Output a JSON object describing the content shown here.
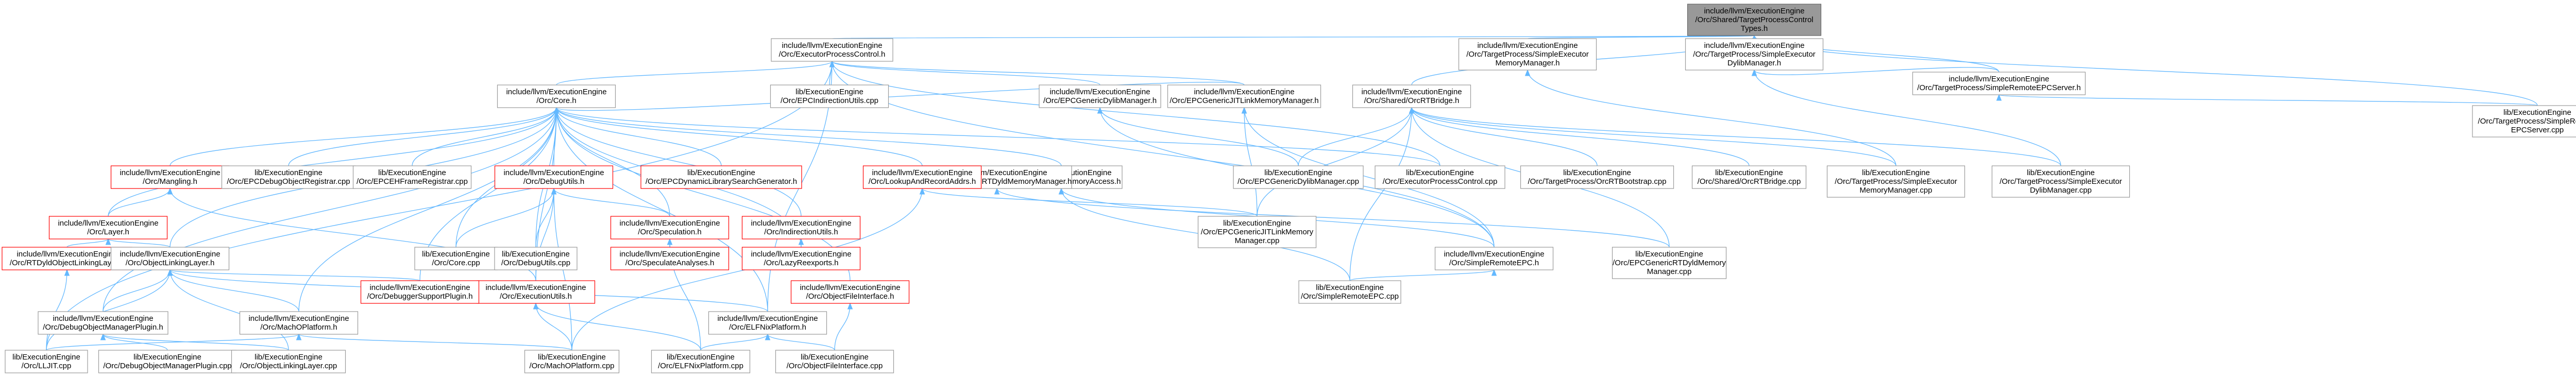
{
  "nodes": [
    {
      "id": "root",
      "lines": [
        "include/llvm/ExecutionEngine",
        "/Orc/Shared/TargetProcessControl",
        "Types.h"
      ],
      "style": "root"
    },
    {
      "id": "epc_h",
      "lines": [
        "include/llvm/ExecutionEngine",
        "/Orc/ExecutorProcessControl.h"
      ],
      "style": "normal"
    },
    {
      "id": "tp_sem_h",
      "lines": [
        "include/llvm/ExecutionEngine",
        "/Orc/TargetProcess/SimpleExecutor",
        "MemoryManager.h"
      ],
      "style": "normal"
    },
    {
      "id": "tp_sedm_h",
      "lines": [
        "include/llvm/ExecutionEngine",
        "/Orc/TargetProcess/SimpleExecutor",
        "DylibManager.h"
      ],
      "style": "normal"
    },
    {
      "id": "orcrt_h",
      "lines": [
        "include/llvm/ExecutionEngine",
        "/Orc/Shared/OrcRTBridge.h"
      ],
      "style": "normal"
    },
    {
      "id": "tp_srepc_h",
      "lines": [
        "include/llvm/ExecutionEngine",
        "/Orc/TargetProcess/SimpleRemoteEPCServer.h"
      ],
      "style": "normal"
    },
    {
      "id": "tp_srepcs_cpp",
      "lines": [
        "lib/ExecutionEngine",
        "/Orc/TargetProcess/SimpleRemote",
        "EPCServer.cpp"
      ],
      "style": "normal"
    },
    {
      "id": "core_h",
      "lines": [
        "include/llvm/ExecutionEngine",
        "/Orc/Core.h"
      ],
      "style": "normal"
    },
    {
      "id": "epcindir_cpp",
      "lines": [
        "lib/ExecutionEngine",
        "/Orc/EPCIndirectionUtils.cpp"
      ],
      "style": "normal"
    },
    {
      "id": "epcgendm_h",
      "lines": [
        "include/llvm/ExecutionEngine",
        "/Orc/EPCGenericDylibManager.h"
      ],
      "style": "normal"
    },
    {
      "id": "epcgenjit_h",
      "lines": [
        "include/llvm/ExecutionEngine",
        "/Orc/EPCGenericJITLinkMemoryManager.h"
      ],
      "style": "normal"
    },
    {
      "id": "epcgenma_h",
      "lines": [
        "include/llvm/ExecutionEngine",
        "/Orc/EPCGenericMemoryAccess.h"
      ],
      "style": "normal"
    },
    {
      "id": "epcgenrtdyld_h",
      "lines": [
        "include/llvm/ExecutionEngine",
        "/Orc/EPCGenericRTDyldMemoryManager.h"
      ],
      "style": "normal"
    },
    {
      "id": "orcrtbs_cpp",
      "lines": [
        "lib/ExecutionEngine",
        "/Orc/TargetProcess/OrcRTBootstrap.cpp"
      ],
      "style": "normal"
    },
    {
      "id": "orcrtb_cpp",
      "lines": [
        "lib/ExecutionEngine",
        "/Orc/Shared/OrcRTBridge.cpp"
      ],
      "style": "normal"
    },
    {
      "id": "sem_cpp",
      "lines": [
        "lib/ExecutionEngine",
        "/Orc/TargetProcess/SimpleExecutor",
        "MemoryManager.cpp"
      ],
      "style": "normal"
    },
    {
      "id": "sedm_cpp",
      "lines": [
        "lib/ExecutionEngine",
        "/Orc/TargetProcess/SimpleExecutor",
        "DylibManager.cpp"
      ],
      "style": "normal"
    },
    {
      "id": "mangling_h",
      "lines": [
        "include/llvm/ExecutionEngine",
        "/Orc/Mangling.h"
      ],
      "style": "red"
    },
    {
      "id": "epcdebug_cpp",
      "lines": [
        "lib/ExecutionEngine",
        "/Orc/EPCDebugObjectRegistrar.cpp"
      ],
      "style": "normal"
    },
    {
      "id": "epcehf_cpp",
      "lines": [
        "lib/ExecutionEngine",
        "/Orc/EPCEHFrameRegistrar.cpp"
      ],
      "style": "normal"
    },
    {
      "id": "debugutils_h",
      "lines": [
        "include/llvm/ExecutionEngine",
        "/Orc/DebugUtils.h"
      ],
      "style": "red"
    },
    {
      "id": "epcdyn_cpp",
      "lines": [
        "lib/ExecutionEngine",
        "/Orc/EPCDynamicLibrarySearchGenerator.h"
      ],
      "style": "red"
    },
    {
      "id": "lookupandrecord_h",
      "lines": [
        "include/llvm/ExecutionEngine",
        "/Orc/LookupAndRecordAddrs.h"
      ],
      "style": "red"
    },
    {
      "id": "epcgendm_cpp",
      "lines": [
        "lib/ExecutionEngine",
        "/Orc/EPCGenericDylibManager.cpp"
      ],
      "style": "normal"
    },
    {
      "id": "epcontrol_cpp",
      "lines": [
        "lib/ExecutionEngine",
        "/Orc/ExecutorProcessControl.cpp"
      ],
      "style": "normal"
    },
    {
      "id": "layer_h",
      "lines": [
        "include/llvm/ExecutionEngine",
        "/Orc/Layer.h"
      ],
      "style": "red"
    },
    {
      "id": "core_cpp",
      "lines": [
        "lib/ExecutionEngine",
        "/Orc/Core.cpp"
      ],
      "style": "normal"
    },
    {
      "id": "debugutils_cpp",
      "lines": [
        "lib/ExecutionEngine",
        "/Orc/DebugUtils.cpp"
      ],
      "style": "normal"
    },
    {
      "id": "speculation_h",
      "lines": [
        "include/llvm/ExecutionEngine",
        "/Orc/Speculation.h"
      ],
      "style": "red"
    },
    {
      "id": "indirection_h",
      "lines": [
        "include/llvm/ExecutionEngine",
        "/Orc/IndirectionUtils.h"
      ],
      "style": "red"
    },
    {
      "id": "epcgenjit_cpp",
      "lines": [
        "lib/ExecutionEngine",
        "/Orc/EPCGenericJITLinkMemory",
        "Manager.cpp"
      ],
      "style": "normal"
    },
    {
      "id": "simpleremoteepc_h",
      "lines": [
        "include/llvm/ExecutionEngine",
        "/Orc/SimpleRemoteEPC.h"
      ],
      "style": "normal"
    },
    {
      "id": "epcgenrtdyld_cpp",
      "lines": [
        "lib/ExecutionEngine",
        "/Orc/EPCGenericRTDyldMemory",
        "Manager.cpp"
      ],
      "style": "normal"
    },
    {
      "id": "rtdyldobj_h",
      "lines": [
        "include/llvm/ExecutionEngine",
        "/Orc/RTDyldObjectLinkingLayer.h"
      ],
      "style": "red"
    },
    {
      "id": "objlinking_h",
      "lines": [
        "include/llvm/ExecutionEngine",
        "/Orc/ObjectLinkingLayer.h"
      ],
      "style": "normal"
    },
    {
      "id": "specanalyses",
      "lines": [
        "include/llvm/ExecutionEngine",
        "/Orc/SpeculateAnalyses.h"
      ],
      "style": "red"
    },
    {
      "id": "lazyreexp",
      "lines": [
        "include/llvm/ExecutionEngine",
        "/Orc/LazyReexports.h"
      ],
      "style": "red"
    },
    {
      "id": "executionutils_h",
      "lines": [
        "include/llvm/ExecutionEngine",
        "/Orc/ExecutionUtils.h"
      ],
      "style": "red"
    },
    {
      "id": "objfileinterface_h",
      "lines": [
        "include/llvm/ExecutionEngine",
        "/Orc/ObjectFileInterface.h"
      ],
      "style": "red"
    },
    {
      "id": "simpleremoteepc_cpp",
      "lines": [
        "lib/ExecutionEngine",
        "/Orc/SimpleRemoteEPC.cpp"
      ],
      "style": "normal"
    },
    {
      "id": "debugobjmgr_h",
      "lines": [
        "include/llvm/ExecutionEngine",
        "/Orc/DebugObjectManagerPlugin.h"
      ],
      "style": "normal"
    },
    {
      "id": "machoplatform_h",
      "lines": [
        "include/llvm/ExecutionEngine",
        "/Orc/MachOPlatform.h"
      ],
      "style": "normal"
    },
    {
      "id": "debuggersupport_h",
      "lines": [
        "include/llvm/ExecutionEngine",
        "/Orc/DebuggerSupportPlugin.h"
      ],
      "style": "red"
    },
    {
      "id": "elfnix_h",
      "lines": [
        "include/llvm/ExecutionEngine",
        "/Orc/ELFNixPlatform.h"
      ],
      "style": "normal"
    },
    {
      "id": "orcllvm_cpp",
      "lines": [
        "lib/ExecutionEngine",
        "/Orc/LLJIT.cpp"
      ],
      "style": "normal"
    },
    {
      "id": "debugobjmgr_cpp",
      "lines": [
        "lib/ExecutionEngine",
        "/Orc/DebugObjectManagerPlugin.cpp"
      ],
      "style": "normal"
    },
    {
      "id": "objlinking_cpp",
      "lines": [
        "lib/ExecutionEngine",
        "/Orc/ObjectLinkingLayer.cpp"
      ],
      "style": "normal"
    },
    {
      "id": "machoplatform_cpp",
      "lines": [
        "lib/ExecutionEngine",
        "/Orc/MachOPlatform.cpp"
      ],
      "style": "normal"
    },
    {
      "id": "elfnix_cpp",
      "lines": [
        "lib/ExecutionEngine",
        "/Orc/ELFNixPlatform.cpp"
      ],
      "style": "normal"
    },
    {
      "id": "objfileinterface_cpp",
      "lines": [
        "lib/ExecutionEngine",
        "/Orc/ObjectFileInterface.cpp"
      ],
      "style": "normal"
    }
  ],
  "edges": [
    [
      "epc_h",
      "root"
    ],
    [
      "tp_sem_h",
      "root"
    ],
    [
      "tp_sedm_h",
      "root"
    ],
    [
      "orcrt_h",
      "root"
    ],
    [
      "tp_srepc_h",
      "root"
    ],
    [
      "tp_srepcs_cpp",
      "root"
    ],
    [
      "core_h",
      "epc_h"
    ],
    [
      "epcindir_cpp",
      "epc_h"
    ],
    [
      "epcgendm_h",
      "epc_h"
    ],
    [
      "epcgenjit_h",
      "epc_h"
    ],
    [
      "epcontrol_cpp",
      "epc_h"
    ],
    [
      "orcllvm_cpp",
      "epc_h"
    ],
    [
      "elfnix_h",
      "epc_h"
    ],
    [
      "simpleremoteepc_h",
      "epc_h"
    ],
    [
      "sem_cpp",
      "tp_sem_h"
    ],
    [
      "sedm_cpp",
      "tp_sedm_h"
    ],
    [
      "tp_srepcs_cpp",
      "tp_srepc_h"
    ],
    [
      "tp_srepc_h",
      "tp_sedm_h"
    ],
    [
      "epcgendm_cpp",
      "orcrt_h"
    ],
    [
      "orcrtbs_cpp",
      "orcrt_h"
    ],
    [
      "orcrtb_cpp",
      "orcrt_h"
    ],
    [
      "sem_cpp",
      "orcrt_h"
    ],
    [
      "sedm_cpp",
      "orcrt_h"
    ],
    [
      "epcgenrtdyld_cpp",
      "orcrt_h"
    ],
    [
      "simpleremoteepc_cpp",
      "orcrt_h"
    ],
    [
      "epcgenjit_cpp",
      "orcrt_h"
    ],
    [
      "mangling_h",
      "core_h"
    ],
    [
      "epcdebug_cpp",
      "core_h"
    ],
    [
      "epcehf_cpp",
      "core_h"
    ],
    [
      "debugutils_h",
      "core_h"
    ],
    [
      "epcdyn_cpp",
      "core_h"
    ],
    [
      "lookupandrecord_h",
      "core_h"
    ],
    [
      "epcgenjit_h",
      "core_h"
    ],
    [
      "epcgenma_h",
      "core_h"
    ],
    [
      "epcontrol_cpp",
      "core_h"
    ],
    [
      "layer_h",
      "core_h"
    ],
    [
      "core_cpp",
      "core_h"
    ],
    [
      "debugutils_cpp",
      "core_h"
    ],
    [
      "speculation_h",
      "core_h"
    ],
    [
      "indirection_h",
      "core_h"
    ],
    [
      "objlinking_h",
      "core_h"
    ],
    [
      "executionutils_h",
      "core_h"
    ],
    [
      "machoplatform_h",
      "core_h"
    ],
    [
      "elfnix_h",
      "core_h"
    ],
    [
      "objfileinterface_h",
      "core_h"
    ],
    [
      "debugobjmgr_h",
      "core_h"
    ],
    [
      "debuggersupport_h",
      "core_h"
    ],
    [
      "lazyreexp",
      "core_h"
    ],
    [
      "epcgendm_cpp",
      "epcgendm_h"
    ],
    [
      "simpleremoteepc_h",
      "epcgendm_h"
    ],
    [
      "epcgenjit_cpp",
      "epcgenjit_h"
    ],
    [
      "simpleremoteepc_h",
      "epcgenjit_h"
    ],
    [
      "simpleremoteepc_h",
      "epcgenma_h"
    ],
    [
      "simpleremoteepc_cpp",
      "epcgenma_h"
    ],
    [
      "epcgenrtdyld_cpp",
      "epcgenrtdyld_h"
    ],
    [
      "simpleremoteepc_cpp",
      "simpleremoteepc_h"
    ],
    [
      "layer_h",
      "mangling_h"
    ],
    [
      "executionutils_h",
      "mangling_h"
    ],
    [
      "core_cpp",
      "debugutils_h"
    ],
    [
      "debugutils_cpp",
      "debugutils_h"
    ],
    [
      "machoplatform_cpp",
      "debugutils_h"
    ],
    [
      "speculation_h",
      "debugutils_h"
    ],
    [
      "executionutils_h",
      "debugutils_h"
    ],
    [
      "epcgenjit_cpp",
      "lookupandrecord_h"
    ],
    [
      "machoplatform_cpp",
      "lookupandrecord_h"
    ],
    [
      "rtdyldobj_h",
      "layer_h"
    ],
    [
      "objlinking_h",
      "layer_h"
    ],
    [
      "specanalyses",
      "speculation_h"
    ],
    [
      "elfnix_cpp",
      "speculation_h"
    ],
    [
      "lazyreexp",
      "indirection_h"
    ],
    [
      "orcllvm_cpp",
      "rtdyldobj_h"
    ],
    [
      "debugobjmgr_h",
      "objlinking_h"
    ],
    [
      "machoplatform_h",
      "objlinking_h"
    ],
    [
      "debuggersupport_h",
      "objlinking_h"
    ],
    [
      "elfnix_h",
      "objlinking_h"
    ],
    [
      "objlinking_cpp",
      "objlinking_h"
    ],
    [
      "orcllvm_cpp",
      "objlinking_h"
    ],
    [
      "machoplatform_cpp",
      "executionutils_h"
    ],
    [
      "elfnix_cpp",
      "executionutils_h"
    ],
    [
      "objfileinterface_cpp",
      "objfileinterface_h"
    ],
    [
      "debugobjmgr_cpp",
      "debugobjmgr_h"
    ],
    [
      "objlinking_cpp",
      "debugobjmgr_h"
    ],
    [
      "machoplatform_cpp",
      "machoplatform_h"
    ],
    [
      "orcllvm_cpp",
      "machoplatform_h"
    ],
    [
      "elfnix_cpp",
      "elfnix_h"
    ],
    [
      "objfileinterface_cpp",
      "elfnix_h"
    ]
  ],
  "colors": {
    "edge": "#63b8ff",
    "root_fill": "#999999",
    "node_border": "#999999",
    "red_border": "#ff0000"
  }
}
